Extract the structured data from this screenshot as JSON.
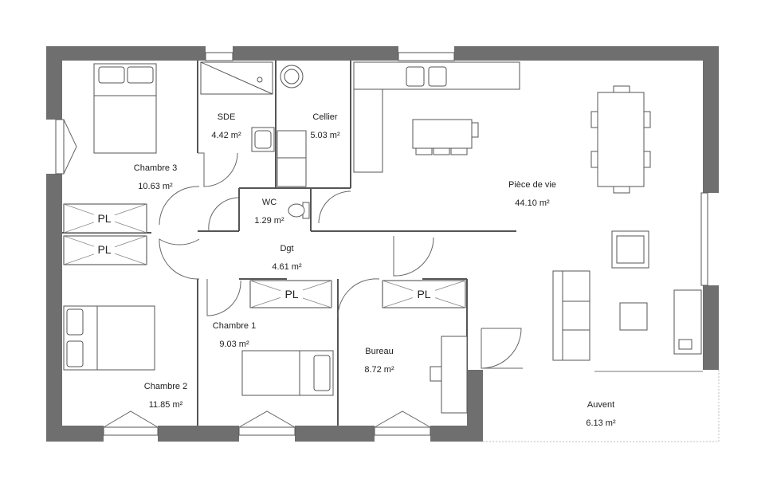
{
  "rooms": {
    "sde": {
      "name": "SDE",
      "area": "4.42 m²"
    },
    "cellier": {
      "name": "Cellier",
      "area": "5.03 m²"
    },
    "chambre3": {
      "name": "Chambre 3",
      "area": "10.63 m²"
    },
    "wc": {
      "name": "WC",
      "area": "1.29 m²"
    },
    "piece_de_vie": {
      "name": "Pièce de vie",
      "area": "44.10 m²"
    },
    "dgt": {
      "name": "Dgt",
      "area": "4.61 m²"
    },
    "chambre1": {
      "name": "Chambre 1",
      "area": "9.03 m²"
    },
    "bureau": {
      "name": "Bureau",
      "area": "8.72 m²"
    },
    "chambre2": {
      "name": "Chambre 2",
      "area": "11.85 m²"
    },
    "auvent": {
      "name": "Auvent",
      "area": "6.13 m²"
    }
  },
  "closets": {
    "pl1": "PL",
    "pl2": "PL",
    "pl3": "PL",
    "pl4": "PL"
  },
  "colors": {
    "wall": "#6f6f6f",
    "line": "#555555",
    "background": "#ffffff"
  }
}
